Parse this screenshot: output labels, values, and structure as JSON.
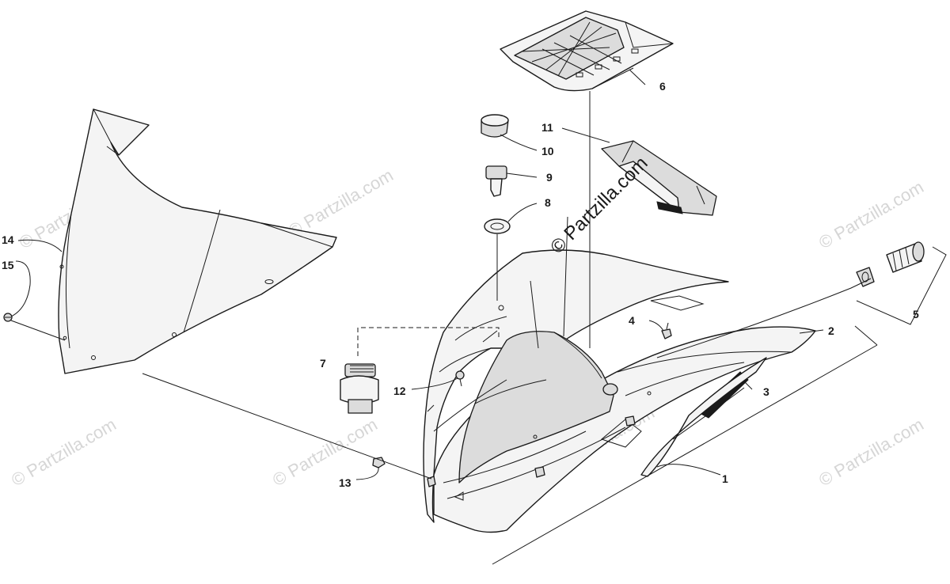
{
  "watermark": {
    "text": "© Partzilla.com",
    "center_text": "© Partzilla.com"
  },
  "callouts": {
    "c1": "1",
    "c2": "2",
    "c3": "3",
    "c4": "4",
    "c5": "5",
    "c6": "6",
    "c7": "7",
    "c8": "8",
    "c9": "9",
    "c10": "10",
    "c11": "11",
    "c12": "12",
    "c13": "13",
    "c14": "14",
    "c15": "15"
  },
  "colors": {
    "line": "#1a1a1a",
    "fill": "#f4f4f4",
    "watermark": "#d6d6d6"
  }
}
